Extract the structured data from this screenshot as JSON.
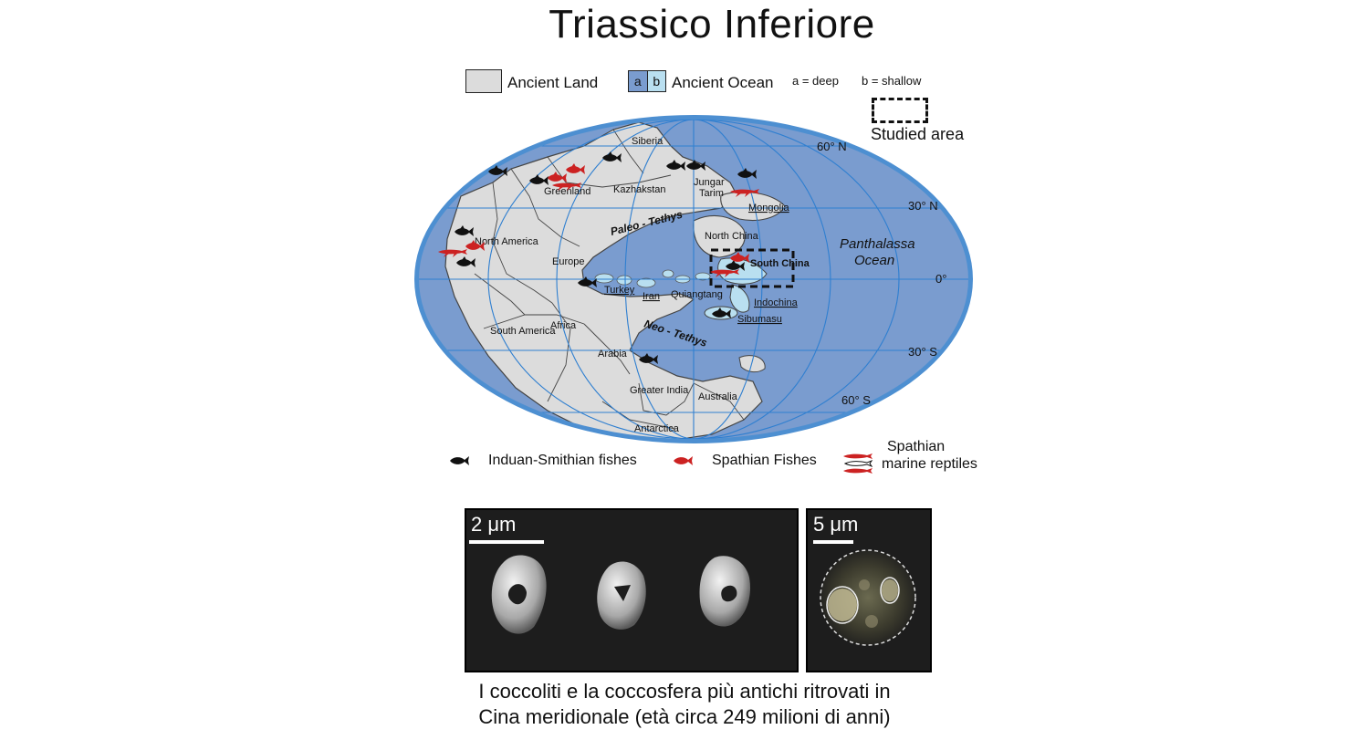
{
  "title": "Triassico Inferiore",
  "legend_top": {
    "land_label": "Ancient Land",
    "ocean_label": "Ancient Ocean",
    "ocean_swatch_a": "a",
    "ocean_swatch_b": "b",
    "deep_label": "a = deep",
    "shallow_label": "b = shallow",
    "studied_label": "Studied area"
  },
  "colors": {
    "deep_ocean": "#7a9ccf",
    "shallow_ocean": "#b9dff0",
    "land": "#dcdcdc",
    "rim": "#4d8fd1",
    "red_fish": "#cc2222",
    "black_fish": "#111111"
  },
  "map": {
    "continents": [
      "Siberia",
      "Greenland",
      "Kazhakstan",
      "Jungar",
      "Tarim",
      "Mongolia",
      "North America",
      "Europe",
      "North China",
      "South China",
      "Turkey",
      "Iran",
      "Quiangtang",
      "Indochina",
      "Sibumasu",
      "South America",
      "Africa",
      "Arabia",
      "Greater India",
      "Australia",
      "Antarctica"
    ],
    "seas": [
      "Paleo - Tethys",
      "Neo - Tethys"
    ],
    "ocean_name_line1": "Panthalassa",
    "ocean_name_line2": "Ocean",
    "latitudes": [
      "60° N",
      "30° N",
      "0°",
      "30° S",
      "60° S"
    ]
  },
  "legend_bottom": {
    "black_fish_label": "Induan-Smithian fishes",
    "red_fish_label": "Spathian Fishes",
    "reptiles_line1": "Spathian",
    "reptiles_line2": "marine reptiles"
  },
  "micrographs": {
    "left_scale": "2 μm",
    "right_scale": "5 μm"
  },
  "caption_line1": "I coccoliti e la coccosfera più antichi ritrovati in",
  "caption_line2": "Cina meridionale (età circa 249 milioni di anni)"
}
